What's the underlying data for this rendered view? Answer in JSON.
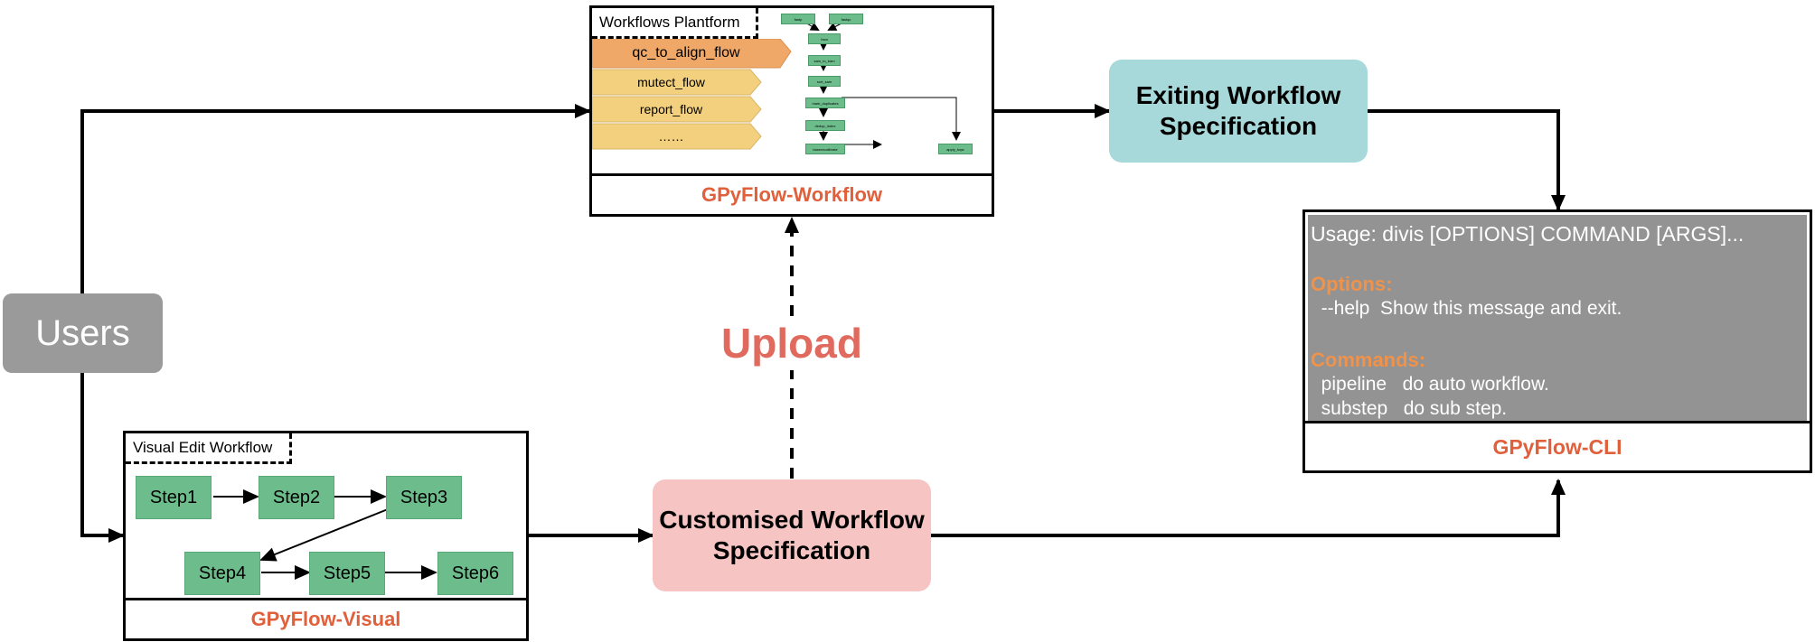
{
  "users": {
    "label": "Users"
  },
  "workflow_panel": {
    "tab": "Workflows Plantform",
    "flows": [
      "qc_to_align_flow",
      "mutect_flow",
      "report_flow",
      "……"
    ],
    "mini_steps": [
      "fastp",
      "fastqc",
      "bwa",
      "sam_to_bam",
      "sort_sam",
      "mark_duplicates",
      "dedup_index",
      "baserecalibrate",
      "apply_bqsr"
    ],
    "footer": "GPyFlow-Workflow"
  },
  "visual_panel": {
    "tab": "Visual Edit Workflow",
    "steps": [
      "Step1",
      "Step2",
      "Step3",
      "Step4",
      "Step5",
      "Step6"
    ],
    "footer": "GPyFlow-Visual"
  },
  "upload_label": "Upload",
  "exiting_spec": {
    "line1": "Exiting Workflow",
    "line2": "Specification",
    "color": "#a7d9da"
  },
  "custom_spec": {
    "line1": "Customised Workflow",
    "line2": "Specification",
    "color": "#f6c4c2"
  },
  "cli_panel": {
    "usage": "Usage: divis [OPTIONS] COMMAND [ARGS]...",
    "options_header": "Options:",
    "option_help": "  --help  Show this message and exit.",
    "commands_header": "Commands:",
    "cmd_pipeline": "  pipeline   do auto workflow.",
    "cmd_substep": "  substep   do sub step.",
    "footer": "GPyFlow-CLI"
  },
  "colors": {
    "accent": "#e0603c",
    "step": "#6dbd8c",
    "flow_active": "#f0a868",
    "flow": "#f3d07e",
    "console": "#939393"
  }
}
